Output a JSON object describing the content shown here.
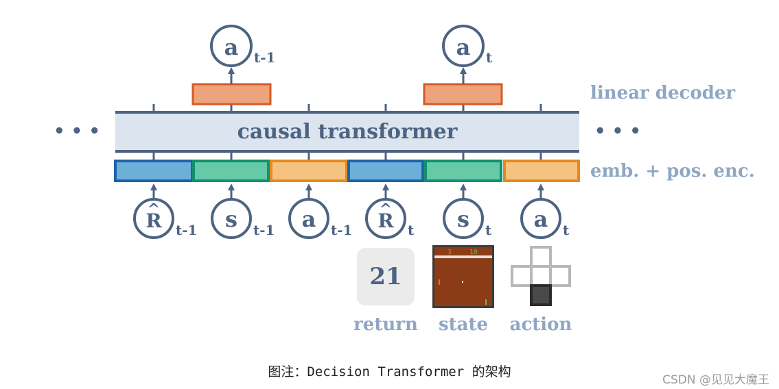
{
  "diagram": {
    "transformer_label": "causal transformer",
    "decoder_label": "linear decoder",
    "embedding_label": "emb. + pos. enc.",
    "ellipsis_left": "• • •",
    "ellipsis_right": "• • •",
    "outputs": [
      {
        "symbol": "a",
        "subscript": "t-1"
      },
      {
        "symbol": "a",
        "subscript": "t"
      }
    ],
    "inputs": [
      {
        "symbol": "R",
        "hat": "^",
        "subscript": "t-1",
        "kind": "return"
      },
      {
        "symbol": "s",
        "subscript": "t-1",
        "kind": "state"
      },
      {
        "symbol": "a",
        "subscript": "t-1",
        "kind": "action"
      },
      {
        "symbol": "R",
        "hat": "^",
        "subscript": "t",
        "kind": "return"
      },
      {
        "symbol": "s",
        "subscript": "t",
        "kind": "state"
      },
      {
        "symbol": "a",
        "subscript": "t",
        "kind": "action"
      }
    ],
    "examples": {
      "return_value": "21",
      "return_label": "return",
      "state_label": "state",
      "action_label": "action",
      "game_score_left": "3",
      "game_score_right": "10"
    },
    "colors": {
      "ink": "#4d6382",
      "light_label": "#8fa7c4",
      "transformer_fill": "#dce5ef",
      "return_fill": "#6cb0da",
      "return_border": "#1d63a8",
      "state_fill": "#66c9a8",
      "state_border": "#129070",
      "action_fill": "#f5c37f",
      "action_border": "#e48a23",
      "decoder_fill": "#eda37c",
      "decoder_border": "#d55a26"
    }
  },
  "caption": "图注：Decision Transformer 的架构",
  "watermark": "CSDN @见见大魔王"
}
